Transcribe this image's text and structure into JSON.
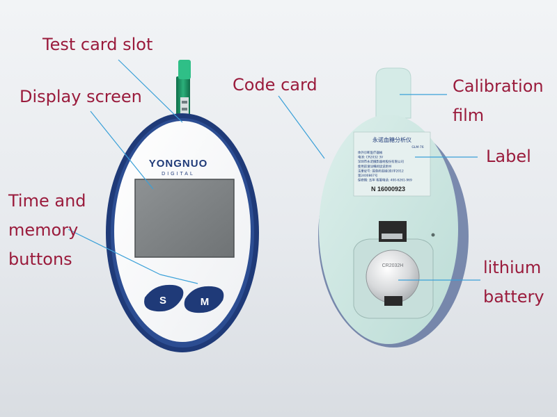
{
  "device": {
    "brand": "YONGNUO",
    "brand_sub": "DIGITAL",
    "button_s": "S",
    "button_m": "M",
    "label_title": "永诺血糖分析仪",
    "label_model": "GLM-76",
    "label_lines": [
      "体外诊断医疗器械",
      "电池: CR2032 3V",
      "深圳市永诺摄影器材股份有限公司",
      "使用前请详细阅读说明书",
      "注册证号: 国食药监械(准)字2012",
      "第2400867号",
      "保修期: 五年   客服电话: 400-6261-969"
    ],
    "label_serial": "N 16000923",
    "battery_text": "CR2032H"
  },
  "callouts": {
    "test_card_slot": "Test card slot",
    "display_screen": "Display screen",
    "time_memory": [
      "Time and",
      "memory",
      "buttons"
    ],
    "code_card": "Code card",
    "calibration_film": [
      "Calibration",
      "film"
    ],
    "label": "Label",
    "lithium_battery": [
      "lithium",
      "battery"
    ]
  },
  "colors": {
    "callout_text": "#9a1b3c",
    "leader_line": "#3aa0d8",
    "device_navy": "#1f3a78",
    "back_shell": "#cfe8e4"
  }
}
